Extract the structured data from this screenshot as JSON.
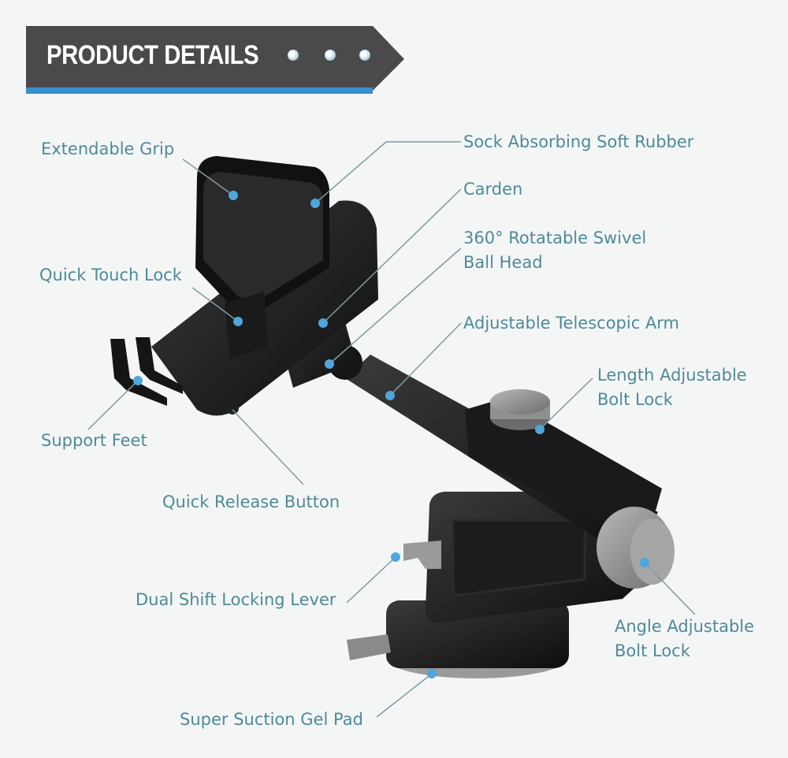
{
  "header": {
    "title": "PRODUCT DETAILS"
  },
  "labels": {
    "extendable_grip": "Extendable Grip",
    "sock_absorbing": "Sock Absorbing Soft Rubber",
    "carden": "Carden",
    "swivel_line1": "360° Rotatable Swivel",
    "swivel_line2": "Ball Head",
    "quick_touch_lock": "Quick Touch Lock",
    "telescopic_arm": "Adjustable Telescopic Arm",
    "length_line1": "Length Adjustable",
    "length_line2": "Bolt Lock",
    "support_feet": "Support Feet",
    "quick_release": "Quick Release Button",
    "dual_shift": "Dual Shift Locking Lever",
    "angle_line1": "Angle Adjustable",
    "angle_line2": "Bolt Lock",
    "suction_pad": "Super Suction Gel Pad"
  },
  "colors": {
    "banner": "#4a4a4a",
    "accent_stripe": "#3a8fd0",
    "label_text": "#4e8a96",
    "callout_line": "#7f9aa2",
    "callout_dot": "#4ea6dc"
  }
}
